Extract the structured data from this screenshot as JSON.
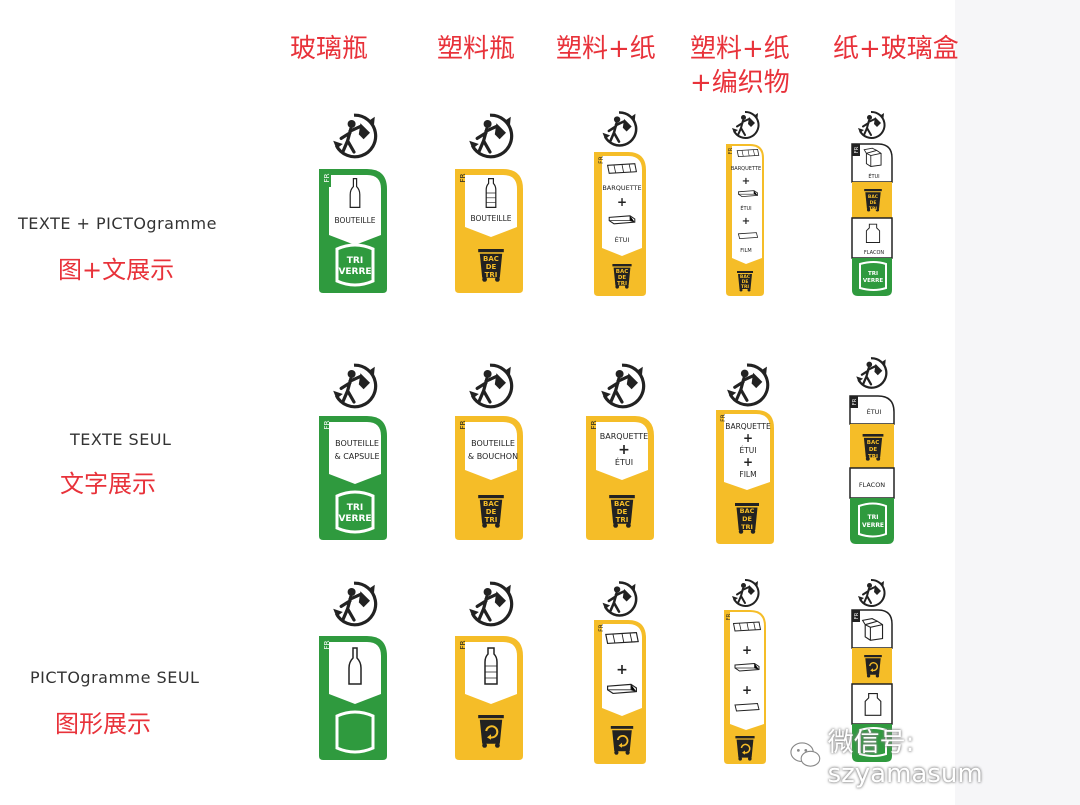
{
  "columns": [
    {
      "label": "玻璃瓶"
    },
    {
      "label": "塑料瓶"
    },
    {
      "label": "塑料+纸"
    },
    {
      "label": "塑料+纸\n+编织物"
    },
    {
      "label": "纸+玻璃盒"
    }
  ],
  "rows": [
    {
      "label_fr": "TEXTE + PICTOgramme",
      "label_cn": "图+文展示"
    },
    {
      "label_fr": "TEXTE SEUL",
      "label_cn": "文字展示"
    },
    {
      "label_fr": "PICTOgramme SEUL",
      "label_cn": "图形展示"
    }
  ],
  "labels": {
    "fr": "FR",
    "bouteille": "BOUTEILLE",
    "bouteille_capsule_1": "BOUTEILLE",
    "bouteille_capsule_2": "& CAPSULE",
    "bouteille_bouchon_1": "BOUTEILLE",
    "bouteille_bouchon_2": "& BOUCHON",
    "barquette": "BARQUETTE",
    "etui": "ÉTUI",
    "film": "FILM",
    "flacon": "FLACON",
    "plus": "+",
    "tri": "TRI",
    "verre": "VERRE",
    "bac": "BAC",
    "de": "DE",
    "tri_bin": "TRI"
  },
  "colors": {
    "green": "#2f9a3e",
    "yellow": "#f5bd28",
    "header_red": "#e8323a",
    "dark": "#222222"
  },
  "watermark": {
    "text": "微信号: szyamasum",
    "icon": "wechat-icon"
  }
}
